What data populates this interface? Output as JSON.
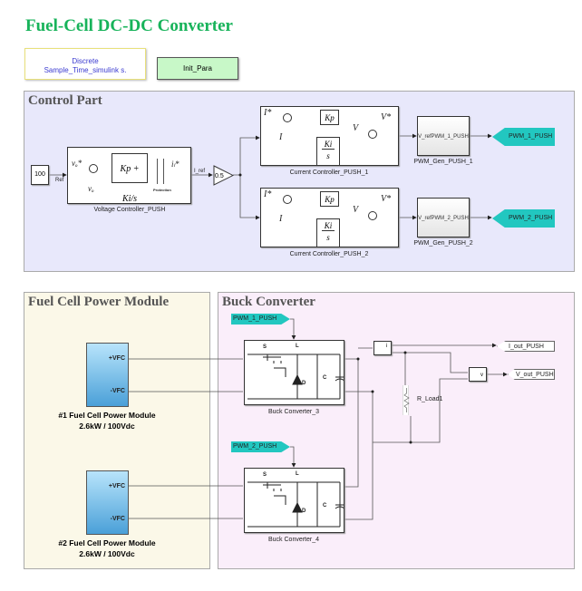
{
  "title": "Fuel-Cell DC-DC Converter",
  "discrete_block": {
    "line1": "Discrete",
    "line2": "Sample_Time_simulink s."
  },
  "init_block": "Init_Para",
  "control_part": {
    "title": "Control Part",
    "constant_value": "100",
    "ref_signal": "Ref",
    "voltage_controller": {
      "label": "Voltage Controller_PUSH",
      "vref": "vₒ*",
      "vmeas": "vₒ",
      "pi": "Kp + Ki/s",
      "protection": "Protection",
      "out": "iₗ*"
    },
    "iref_signal": "I_ref",
    "gain": "0.5",
    "current_controllers": [
      {
        "label": "Current Controller_PUSH_1",
        "iref": "I*",
        "imeas": "I",
        "kp": "Kp",
        "ki": "Ki",
        "s": "s",
        "v": "V",
        "vout": "V*"
      },
      {
        "label": "Current Controller_PUSH_2",
        "iref": "I*",
        "imeas": "I",
        "kp": "Kp",
        "ki": "Ki",
        "s": "s",
        "v": "V",
        "vout": "V*"
      }
    ],
    "pwm_gens": [
      {
        "label": "PWM_Gen_PUSH_1",
        "inner": "V_refPWM_1_PUSH"
      },
      {
        "label": "PWM_Gen_PUSH_2",
        "inner": "V_refPWM_2_PUSH"
      }
    ],
    "gotos": [
      "PWM_1_PUSH",
      "PWM_2_PUSH"
    ]
  },
  "fuel_cell_area": {
    "title": "Fuel Cell Power Module",
    "modules": [
      {
        "name": "#1 Fuel Cell Power Module",
        "rating": "2.6kW / 100Vdc",
        "port_pos": "+VFC",
        "port_neg": "-VFC"
      },
      {
        "name": "#2 Fuel Cell Power Module",
        "rating": "2.6kW / 100Vdc",
        "port_pos": "+VFC",
        "port_neg": "-VFC"
      }
    ]
  },
  "buck_area": {
    "title": "Buck Converter",
    "froms": [
      "PWM_1_PUSH",
      "PWM_2_PUSH"
    ],
    "converters": [
      {
        "label": "Buck Converter_3",
        "s": "S",
        "l": "L",
        "d": "D",
        "c": "C"
      },
      {
        "label": "Buck Converter_4",
        "s": "S",
        "l": "L",
        "d": "D",
        "c": "C"
      }
    ],
    "current_sensor": "i",
    "voltage_sensor": "v",
    "load": "R_Load1",
    "outputs": [
      "I_out_PUSH",
      "V_out_PUSH"
    ]
  },
  "colors": {
    "title": "#17b35a",
    "goto": "#22c7c0",
    "control_bg": "#e8e8fb",
    "fc_bg": "#fbf8e8",
    "buck_bg": "#faeefa"
  }
}
